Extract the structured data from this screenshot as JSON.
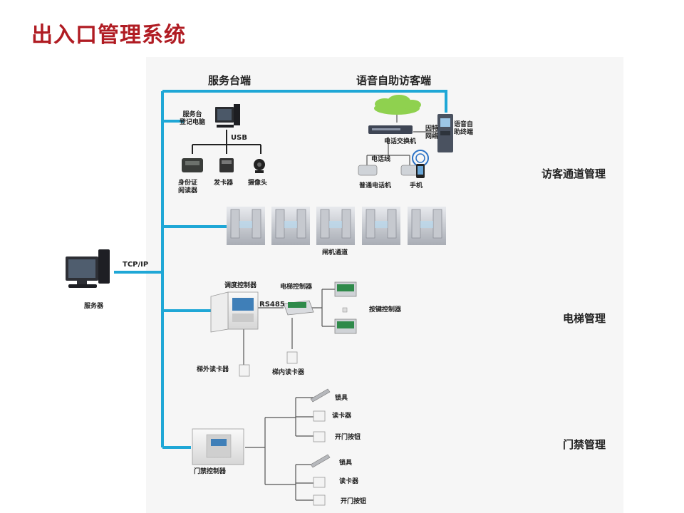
{
  "title": "出入口管理系统",
  "headers": {
    "service_desk": "服务台端",
    "voice_kiosk_end": "语音自助访客端"
  },
  "sections": {
    "visitor": "访客通道管理",
    "elevator": "电梯管理",
    "access": "门禁管理"
  },
  "protocols": {
    "usb": "USB",
    "tcpip": "TCP/IP",
    "rs485": "RS485"
  },
  "devices": {
    "server": "服务器",
    "desk_pc": "服务台\n登记电脑",
    "id_reader": "身份证\n阅读器",
    "card_issuer": "发卡器",
    "camera": "摄像头",
    "phone_switch": "电话交换机",
    "network": "因特\n网络",
    "voice_kiosk": "语音自\n助终端",
    "phone_line": "电话线",
    "landline": "普通电话机",
    "mobile": "手机",
    "turnstile": "闸机通道",
    "dispatch_ctrl": "调度控制器",
    "elevator_ctrl": "电梯控制器",
    "button_ctrl": "按键控制器",
    "outer_reader": "梯外读卡器",
    "inner_reader": "梯内读卡器",
    "door_ctrl": "门禁控制器",
    "lock_1": "锁具",
    "reader_1": "读卡器",
    "exit_button_1": "开门按钮",
    "lock_2": "锁具",
    "reader_2": "读卡器",
    "exit_button_2": "开门按钮"
  },
  "colors": {
    "line": "#1fa7d6",
    "title": "#b01c23",
    "cloud": "#8fd14f"
  }
}
